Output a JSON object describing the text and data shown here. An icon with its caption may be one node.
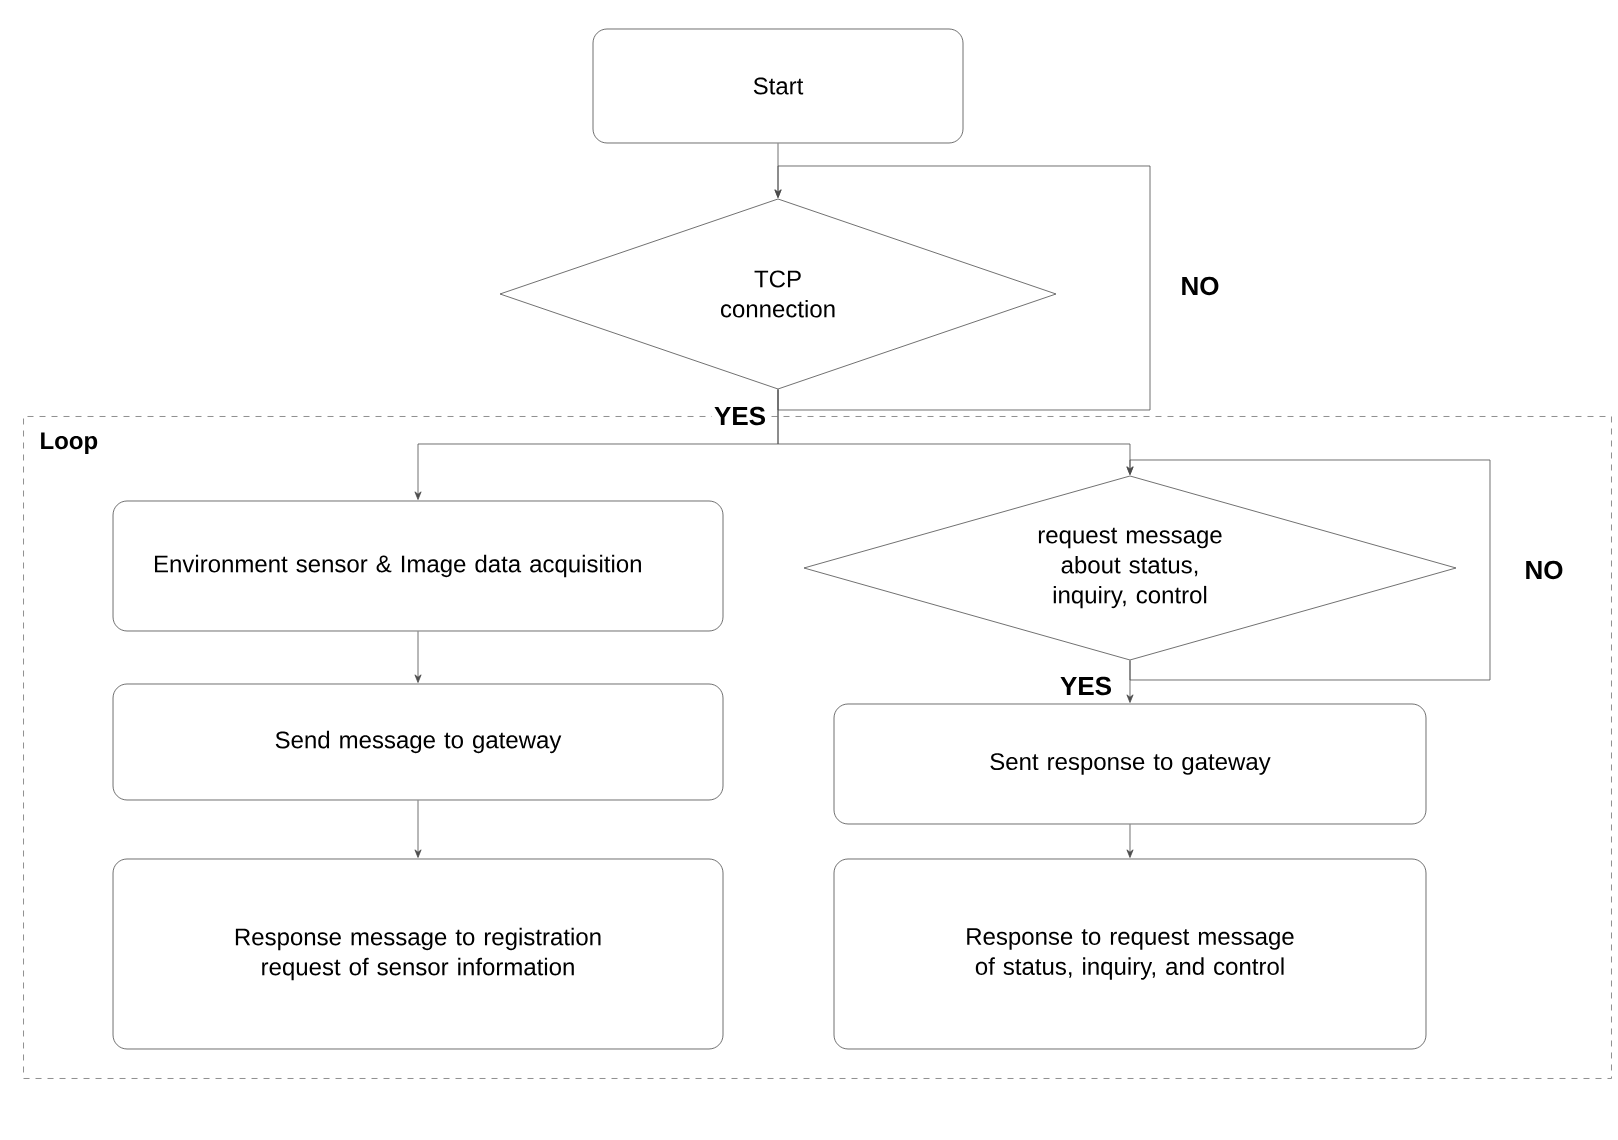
{
  "diagram": {
    "nodes": [
      {
        "text": [
          "Start"
        ]
      },
      {
        "text": [
          "TCP connection"
        ]
      },
      {
        "text": [
          "Loop"
        ]
      },
      {
        "text": [
          "Environment sensor & Image data acquisition"
        ],
        "in": 2
      },
      {
        "text": [
          "request message about status, inquiry, control"
        ],
        "in": 2
      },
      {
        "text": [
          "Send message to gateway"
        ],
        "in": 2
      },
      {
        "text": [
          "Sent response to gateway"
        ],
        "in": 2
      },
      {
        "text": [
          "Response message to registration request of sensor information"
        ],
        "in": 2
      },
      {
        "text": [
          "Response to request message of status, inquiry, and control"
        ],
        "in": 2
      }
    ],
    "edges": [
      {
        "from": 0,
        "to": 1,
        "arrow": "to"
      },
      {
        "from": 1,
        "to": 1,
        "arrow": "to",
        "label": "NO"
      },
      {
        "from": 1,
        "to": 3,
        "arrow": "to",
        "label": "YES"
      },
      {
        "from": 1,
        "to": 4,
        "arrow": "to"
      },
      {
        "from": 4,
        "to": 4,
        "arrow": "to",
        "label": "NO"
      },
      {
        "from": 4,
        "to": 6,
        "arrow": "to",
        "label": "YES"
      },
      {
        "from": 3,
        "to": 5,
        "arrow": "to"
      },
      {
        "from": 5,
        "to": 7,
        "arrow": "to"
      },
      {
        "from": 6,
        "to": 8,
        "arrow": "to"
      }
    ]
  }
}
